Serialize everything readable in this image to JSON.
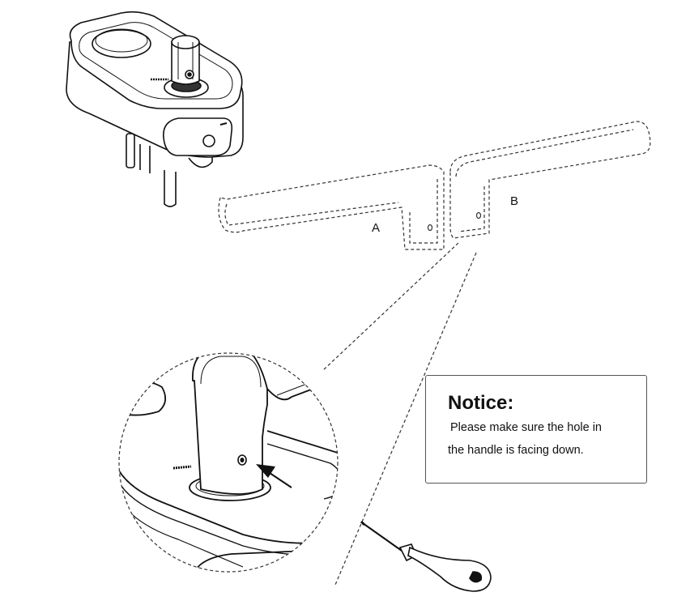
{
  "labels": {
    "part_a": "A",
    "part_b": "B"
  },
  "notice": {
    "title": "Notice:",
    "line1": "Please make sure the hole in",
    "line2": "the handle is facing down."
  },
  "colors": {
    "line": "#111111",
    "dashed": "#333333",
    "background": "#ffffff"
  }
}
